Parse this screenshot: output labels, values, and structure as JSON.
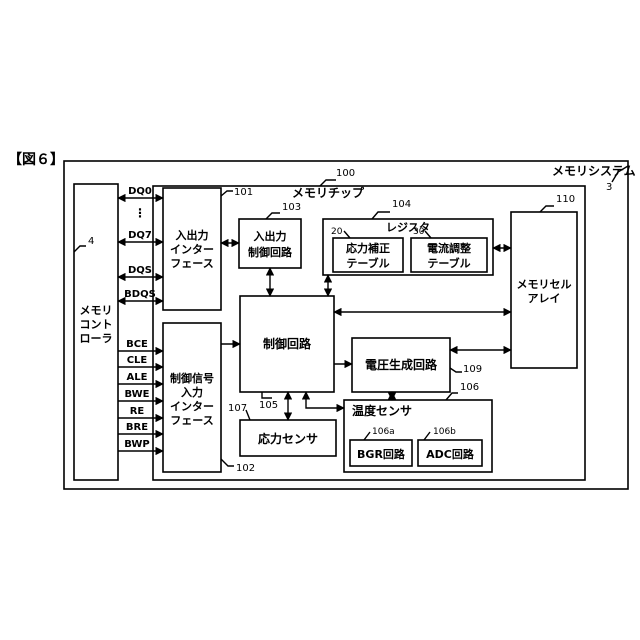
{
  "figure": {
    "title": "【図６】"
  },
  "system": {
    "label": "メモリシステム",
    "ref": "3"
  },
  "chip": {
    "label": "メモリチップ",
    "ref": "100"
  },
  "controller": {
    "line1": "メモリ",
    "line2": "コント",
    "line3": "ローラ",
    "ref": "4"
  },
  "io_interface": {
    "line1": "入出力",
    "line2": "インター",
    "line3": "フェース",
    "ref": "101"
  },
  "io_control": {
    "line1": "入出力",
    "line2": "制御回路",
    "ref": "103"
  },
  "register": {
    "label": "レジスタ",
    "ref": "104",
    "table_a": {
      "line1": "応力補正",
      "line2": "テーブル",
      "ref": "20"
    },
    "table_b": {
      "line1": "電流調整",
      "line2": "テーブル",
      "ref": "30"
    }
  },
  "memory_array": {
    "line1": "メモリセル",
    "line2": "アレイ",
    "ref": "110"
  },
  "control_circuit": {
    "label": "制御回路",
    "ref": "105"
  },
  "voltage_gen": {
    "label": "電圧生成回路",
    "ref": "109"
  },
  "ctrl_signal_interface": {
    "line1": "制御信号",
    "line2": "入力",
    "line3": "インター",
    "line4": "フェース",
    "ref": "102"
  },
  "stress_sensor": {
    "label": "応力センサ",
    "ref": "107"
  },
  "temp_sensor": {
    "label": "温度センサ",
    "ref": "106",
    "bgr": {
      "label": "BGR回路",
      "ref": "106a"
    },
    "adc": {
      "label": "ADC回路",
      "ref": "106b"
    }
  },
  "signals": {
    "dq0": "DQ0",
    "dots": "⋮",
    "dq7": "DQ7",
    "dqs": "DQS",
    "bdqs": "BDQS",
    "bce": "BCE",
    "cle": "CLE",
    "ale": "ALE",
    "bwe": "BWE",
    "re": "RE",
    "bre": "BRE",
    "bwp": "BWP"
  }
}
